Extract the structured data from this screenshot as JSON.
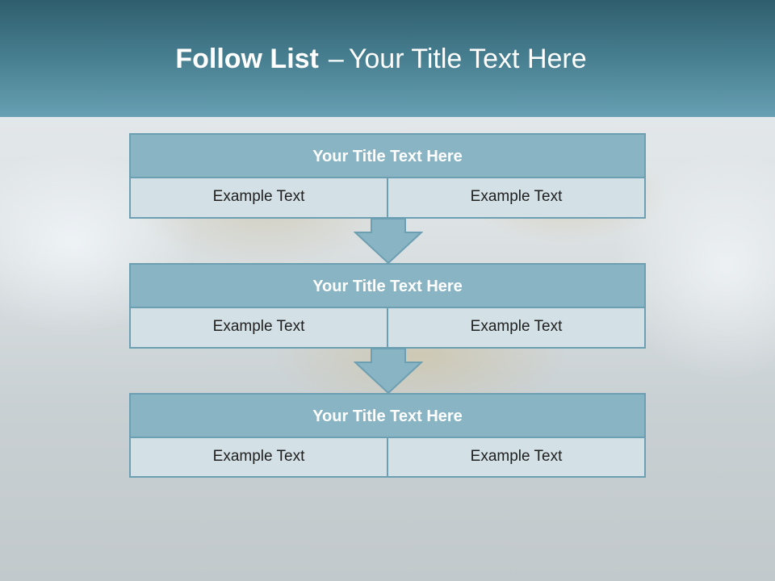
{
  "slide": {
    "title_bold": "Follow List",
    "title_dash": "–",
    "title_rest": "Your Title Text Here"
  },
  "blocks": [
    {
      "title": "Your Title Text Here",
      "left": "Example Text",
      "right": "Example Text"
    },
    {
      "title": "Your Title Text Here",
      "left": "Example Text",
      "right": "Example Text"
    },
    {
      "title": "Your Title Text Here",
      "left": "Example Text",
      "right": "Example Text"
    }
  ],
  "colors": {
    "header": "#477f90",
    "block_title": "#89b4c3",
    "cell": "#d3e1e6",
    "border": "#6d9fb2"
  },
  "icons": [
    "down-arrow-icon"
  ]
}
